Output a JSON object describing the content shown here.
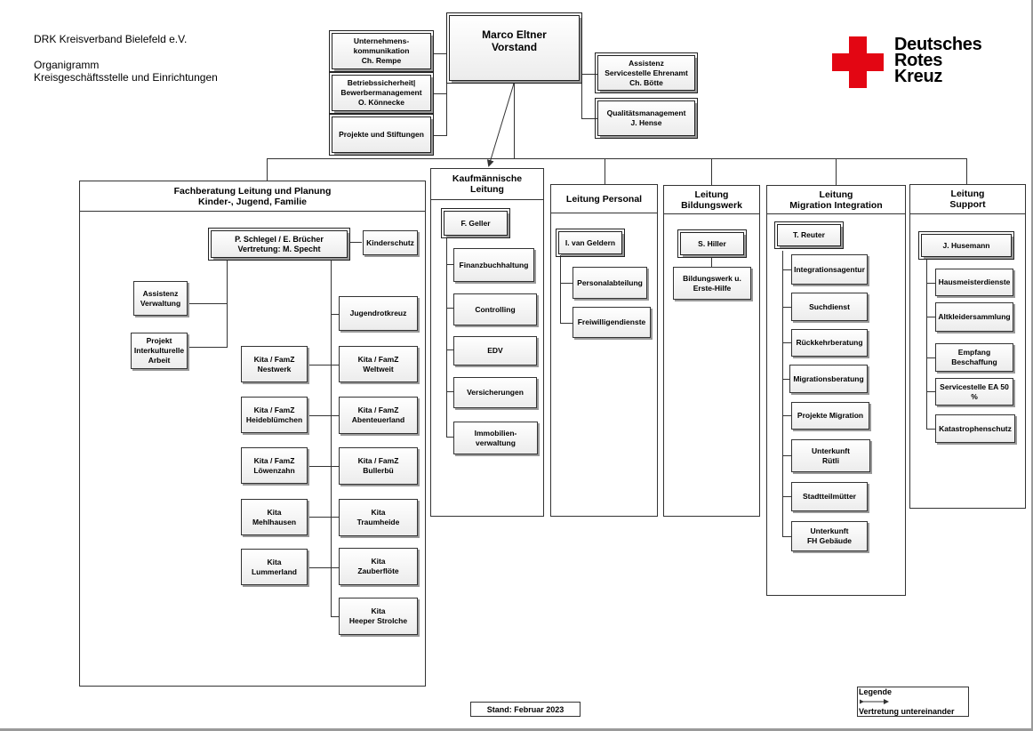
{
  "org": {
    "name": "DRK Kreisverband Bielefeld e.V.",
    "chart_title": "Organigramm",
    "subtitle": "Kreisgeschäftsstelle und Einrichtungen"
  },
  "logo": {
    "text": "Deutsches\nRotes\nKreuz",
    "cross_color": "#e30613"
  },
  "ceo": {
    "name": "Marco Eltner",
    "role": "Vorstand"
  },
  "staff_left": [
    "Unternehmens-\nkommunikation\nCh. Rempe",
    "Betriebssicherheit|\nBewerbermanagement\nO. Könnecke",
    "Projekte und Stiftungen"
  ],
  "staff_right": [
    "Assistenz\nServicestelle Ehrenamt\nCh. Bötte",
    "Qualitätsmanagement\nJ. Hense"
  ],
  "fachberatung": {
    "title": "Fachberatung Leitung und Planung\nKinder-, Jugend, Familie",
    "lead": "P. Schlegel / E. Brücher\nVertretung: M. Specht",
    "kinderschutz": "Kinderschutz",
    "assistenz": "Assistenz\nVerwaltung",
    "projekt": "Projekt\nInterkulturelle Arbeit",
    "jugendrotkreuz": "Jugendrotkreuz",
    "left_units": [
      "Kita / FamZ\nNestwerk",
      "Kita / FamZ\nHeideblümchen",
      "Kita / FamZ\nLöwenzahn",
      "Kita\nMehlhausen",
      "Kita\nLummerland"
    ],
    "right_units": [
      "Kita / FamZ\nWeltweit",
      "Kita / FamZ\nAbenteuerland",
      "Kita / FamZ\nBullerbü",
      "Kita\nTraumheide",
      "Kita\nZauberflöte",
      "Kita\nHeeper Strolche"
    ]
  },
  "kaufmaennisch": {
    "title": "Kaufmännische\nLeitung",
    "lead": "F. Geller",
    "units": [
      "Finanzbuchhaltung",
      "Controlling",
      "EDV",
      "Versicherungen",
      "Immobilien-\nverwaltung"
    ]
  },
  "personal": {
    "title": "Leitung Personal",
    "lead": "I. van Geldern",
    "units": [
      "Personalabteilung",
      "Freiwilligendienste"
    ]
  },
  "bildung": {
    "title": "Leitung\nBildungswerk",
    "lead": "S. Hiller",
    "units": [
      "Bildungswerk u.\nErste-Hilfe"
    ]
  },
  "migration": {
    "title": "Leitung\nMigration Integration",
    "lead": "T. Reuter",
    "units": [
      "Integrationsagentur",
      "Suchdienst",
      "Rückkehrberatung",
      "Migrationsberatung",
      "Projekte Migration",
      "Unterkunft\nRütli",
      "Stadtteilmütter",
      "Unterkunft\nFH Gebäude"
    ]
  },
  "support": {
    "title": "Leitung\nSupport",
    "lead": "J. Husemann",
    "units": [
      "Hausmeisterdienste",
      "Altkleidersammlung",
      "Empfang\nBeschaffung",
      "Servicestelle EA 50 %",
      "Katastrophenschutz"
    ]
  },
  "stand": "Stand: Februar 2023",
  "legend": {
    "title": "Legende",
    "desc": "Vertretung untereinander"
  }
}
